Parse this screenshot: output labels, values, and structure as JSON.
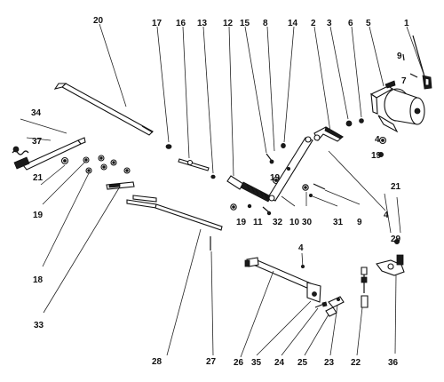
{
  "diagram": {
    "labels": [
      "1",
      "2",
      "3",
      "4",
      "5",
      "6",
      "7",
      "8",
      "9",
      "10",
      "11",
      "12",
      "13",
      "14",
      "15",
      "16",
      "17",
      "18",
      "19",
      "20",
      "21",
      "22",
      "23",
      "24",
      "25",
      "26",
      "27",
      "28",
      "29",
      "30",
      "31",
      "32",
      "33",
      "34",
      "35",
      "36",
      "37"
    ]
  }
}
